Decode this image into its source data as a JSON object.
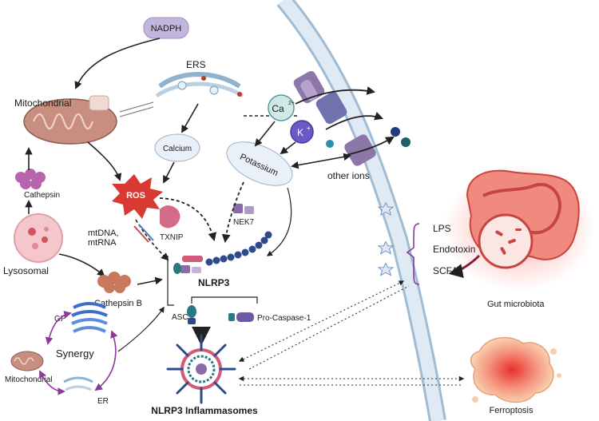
{
  "labels": {
    "nadph": "NADPH",
    "ers": "ERS",
    "mitochondrial": "Mitochondrial",
    "cathepsin": "Cathepsin",
    "lysosomal": "Lysosomal",
    "cathepsin_b": "Cathepsin B",
    "calcium": "Calcium",
    "ros": "ROS",
    "mtdna": "mtDNA,",
    "mtrna": "mtRNA",
    "txnip": "TXNIP",
    "nek7": "NEK7",
    "potassium": "Potassium",
    "ca_ion": "Ca",
    "ca_charge": "2+",
    "k_ion": "K",
    "k_charge": "+",
    "other_ions": "other ions",
    "nlrp3": "NLRP3",
    "asc": "ASC",
    "pro_caspase": "Pro-Caspase-1",
    "gp": "GP",
    "synergy": "Synergy",
    "mitochondrial_small": "Mitochondrial",
    "er": "ER",
    "inflammasomes": "NLRP3 Inflammasomes",
    "lps": "LPS",
    "endotoxin": "Endotoxin",
    "scfas": "SCFAs",
    "gut_microbiota": "Gut microbiota",
    "ferroptosis": "Ferroptosis"
  },
  "colors": {
    "membrane": "#cfe0ee",
    "membrane_edge": "#9fbcd4",
    "ros": "#d83a33",
    "mito": "#c88f80",
    "lyso": "#e7a7ae",
    "nlrp3_blue": "#2d4a8a",
    "nlrp3_pink": "#d45a7a",
    "asc_teal": "#2a7a86",
    "caspase_purple": "#6d5aa6",
    "channel_purple": "#8d76a8",
    "gut_red": "#e0524c",
    "ferro_orange": "#f0b48a",
    "purple_arrow": "#8b3a9c",
    "node_fill": "#eaf0f8"
  }
}
